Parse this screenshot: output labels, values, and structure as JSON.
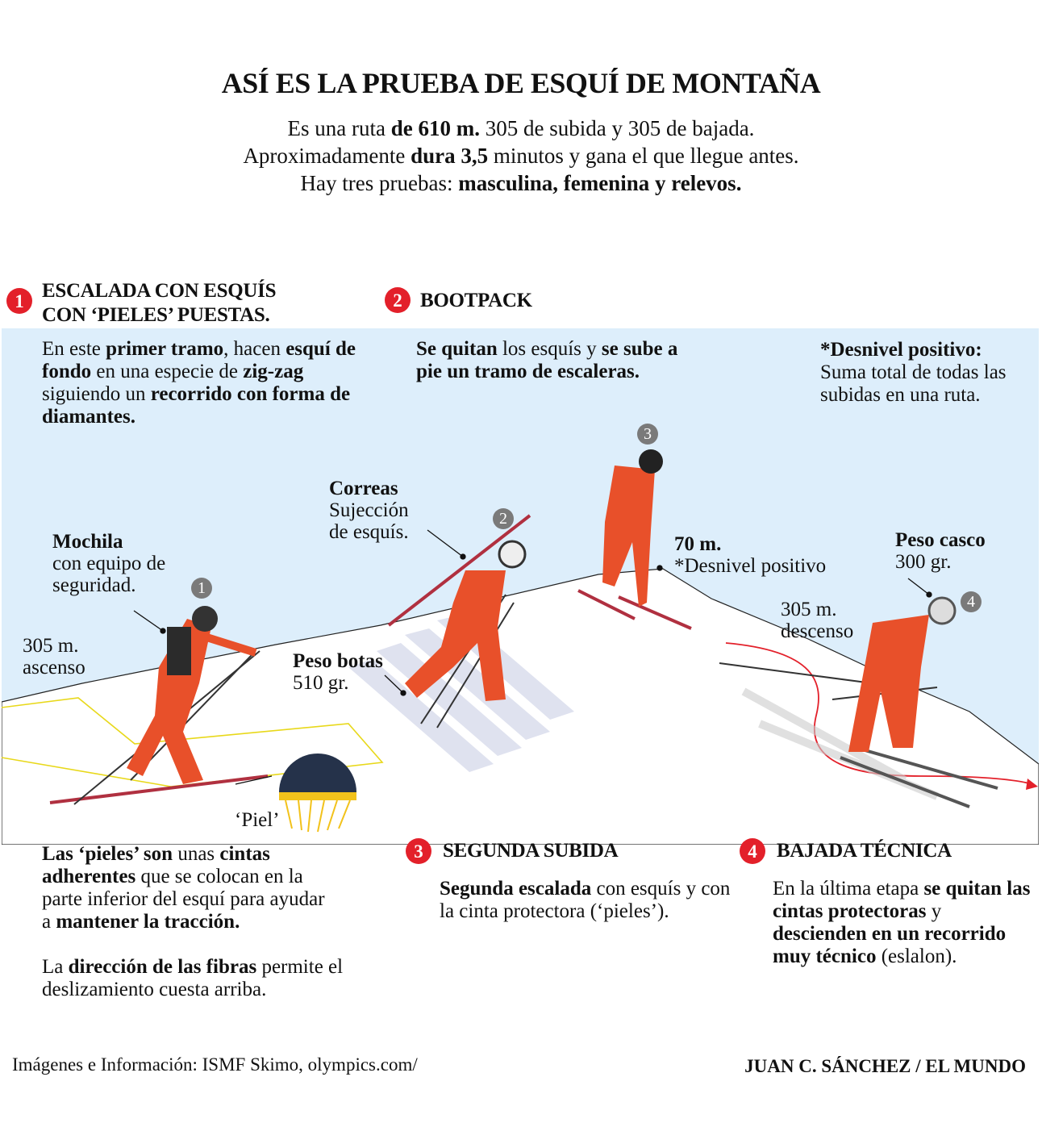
{
  "title": "ASÍ ES LA PRUEBA DE ESQUÍ DE MONTAÑA",
  "intro": [
    [
      {
        "t": "Es una ruta "
      },
      {
        "t": "de 610 m.",
        "b": 1
      },
      {
        "t": " 305 de subida y 305 de bajada."
      }
    ],
    [
      {
        "t": "Aproximadamente "
      },
      {
        "t": "dura 3,5",
        "b": 1
      },
      {
        "t": " minutos y gana el que llegue antes."
      }
    ],
    [
      {
        "t": "Hay tres pruebas: "
      },
      {
        "t": "masculina, femenina y relevos.",
        "b": 1
      }
    ]
  ],
  "steps": [
    {
      "num": "1",
      "title_lines": [
        "ESCALADA CON ESQUÍS",
        "CON  ‘PIELES’ PUESTAS."
      ],
      "text": [
        {
          "t": "En este "
        },
        {
          "t": "primer tramo",
          "b": 1
        },
        {
          "t": ", hacen "
        },
        {
          "t": "esquí de fondo",
          "b": 1
        },
        {
          "t": " en una especie de "
        },
        {
          "t": "zig-zag",
          "b": 1
        },
        {
          "t": " siguiendo un "
        },
        {
          "t": "recorrido con forma de diamantes.",
          "b": 1
        }
      ]
    },
    {
      "num": "2",
      "title_lines": [
        "BOOTPACK"
      ],
      "text": [
        {
          "t": "Se quitan",
          "b": 1
        },
        {
          "t": " los esquís y "
        },
        {
          "t": "se sube a pie un tramo de escaleras.",
          "b": 1
        }
      ]
    },
    {
      "num": "3",
      "title_lines": [
        "SEGUNDA SUBIDA"
      ],
      "text": [
        {
          "t": "Segunda escalada",
          "b": 1
        },
        {
          "t": " con esquís y con la cinta protectora (‘pieles’)."
        }
      ]
    },
    {
      "num": "4",
      "title_lines": [
        "BAJADA TÉCNICA"
      ],
      "text": [
        {
          "t": "En la última etapa "
        },
        {
          "t": "se quitan las cintas protectoras",
          "b": 1
        },
        {
          "t": " y "
        },
        {
          "t": "descienden en un recorrido muy técnico",
          "b": 1
        },
        {
          "t": " (eslalon)."
        }
      ]
    }
  ],
  "desnivel_note": {
    "title": "*Desnivel positivo:",
    "text": "Suma total de todas las subidas en una ruta."
  },
  "labels": {
    "mochila_title": "Mochila",
    "mochila_text": "con equipo de seguridad.",
    "ascenso_value": "305 m.",
    "ascenso_text": "ascenso",
    "correas_title": "Correas",
    "correas_text": "Sujección de esquís.",
    "botas_title": "Peso botas",
    "botas_value": "510 gr.",
    "desnivel_value": "70 m.",
    "desnivel_text": "*Desnivel positivo",
    "casco_title": "Peso casco",
    "casco_value": "300 gr.",
    "descenso_value": "305 m.",
    "descenso_text": "descenso",
    "piel": "‘Piel’"
  },
  "pieles_text": [
    {
      "t": "Las ‘pieles’ son",
      "b": 1
    },
    {
      "t": " unas "
    },
    {
      "t": "cintas adherentes",
      "b": 1
    },
    {
      "t": " que se colocan en la parte inferior del esquí para ayudar a "
    },
    {
      "t": "mantener la tracción.",
      "b": 1
    }
  ],
  "fibras_text": [
    {
      "t": "La "
    },
    {
      "t": "dirección de las fibras",
      "b": 1
    },
    {
      "t": " permite el deslizamiento cuesta arriba."
    }
  ],
  "footer": {
    "source": "Imágenes e Información: ISMF Skimo, olympics.com/",
    "credit": "JUAN C. SÁNCHEZ / EL MUNDO"
  },
  "colors": {
    "sky": "#ddeefb",
    "accent": "#e3202a",
    "suit": "#e8502a",
    "skin_yellow": "#f2c21b",
    "skin_navy": "#25324a"
  }
}
